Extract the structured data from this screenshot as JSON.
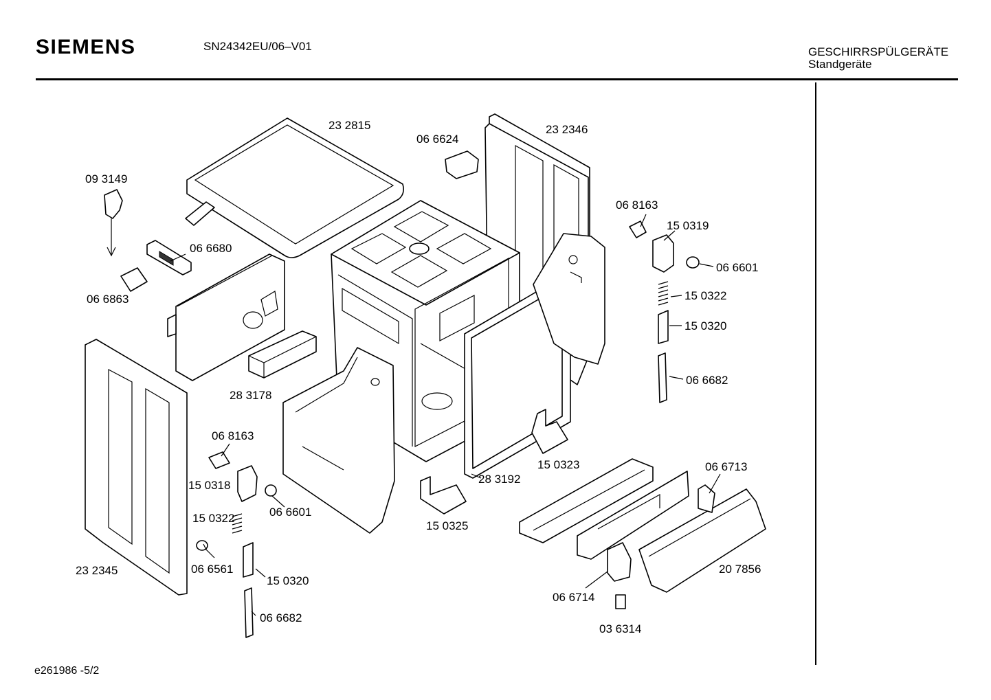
{
  "header": {
    "brand": "SIEMENS",
    "model": "SN24342EU/06–V01",
    "category": "GESCHIRRSPÜLGERÄTE",
    "subcategory": "Standgeräte"
  },
  "footer": {
    "code": "e261986   -5/2"
  },
  "parts": {
    "p232815": "23 2815",
    "p066624": "06 6624",
    "p232346": "23 2346",
    "p093149": "09 3149",
    "p066680": "06 6680",
    "p066863": "06 6863",
    "p068163a": "06 8163",
    "p150319": "15 0319",
    "p066601a": "06 6601",
    "p150322a": "15 0322",
    "p150320a": "15 0320",
    "p066682a": "06 6682",
    "p283178": "28 3178",
    "p068163b": "06 8163",
    "p150318": "15 0318",
    "p066601b": "06 6601",
    "p150322b": "15 0322",
    "p066561": "06 6561",
    "p150320b": "15 0320",
    "p066682b": "06 6682",
    "p232345": "23 2345",
    "p150325": "15 0325",
    "p283192": "28 3192",
    "p150323": "15 0323",
    "p066713": "06 6713",
    "p207856": "20 7856",
    "p066714": "06 6714",
    "p036314": "03 6314"
  }
}
